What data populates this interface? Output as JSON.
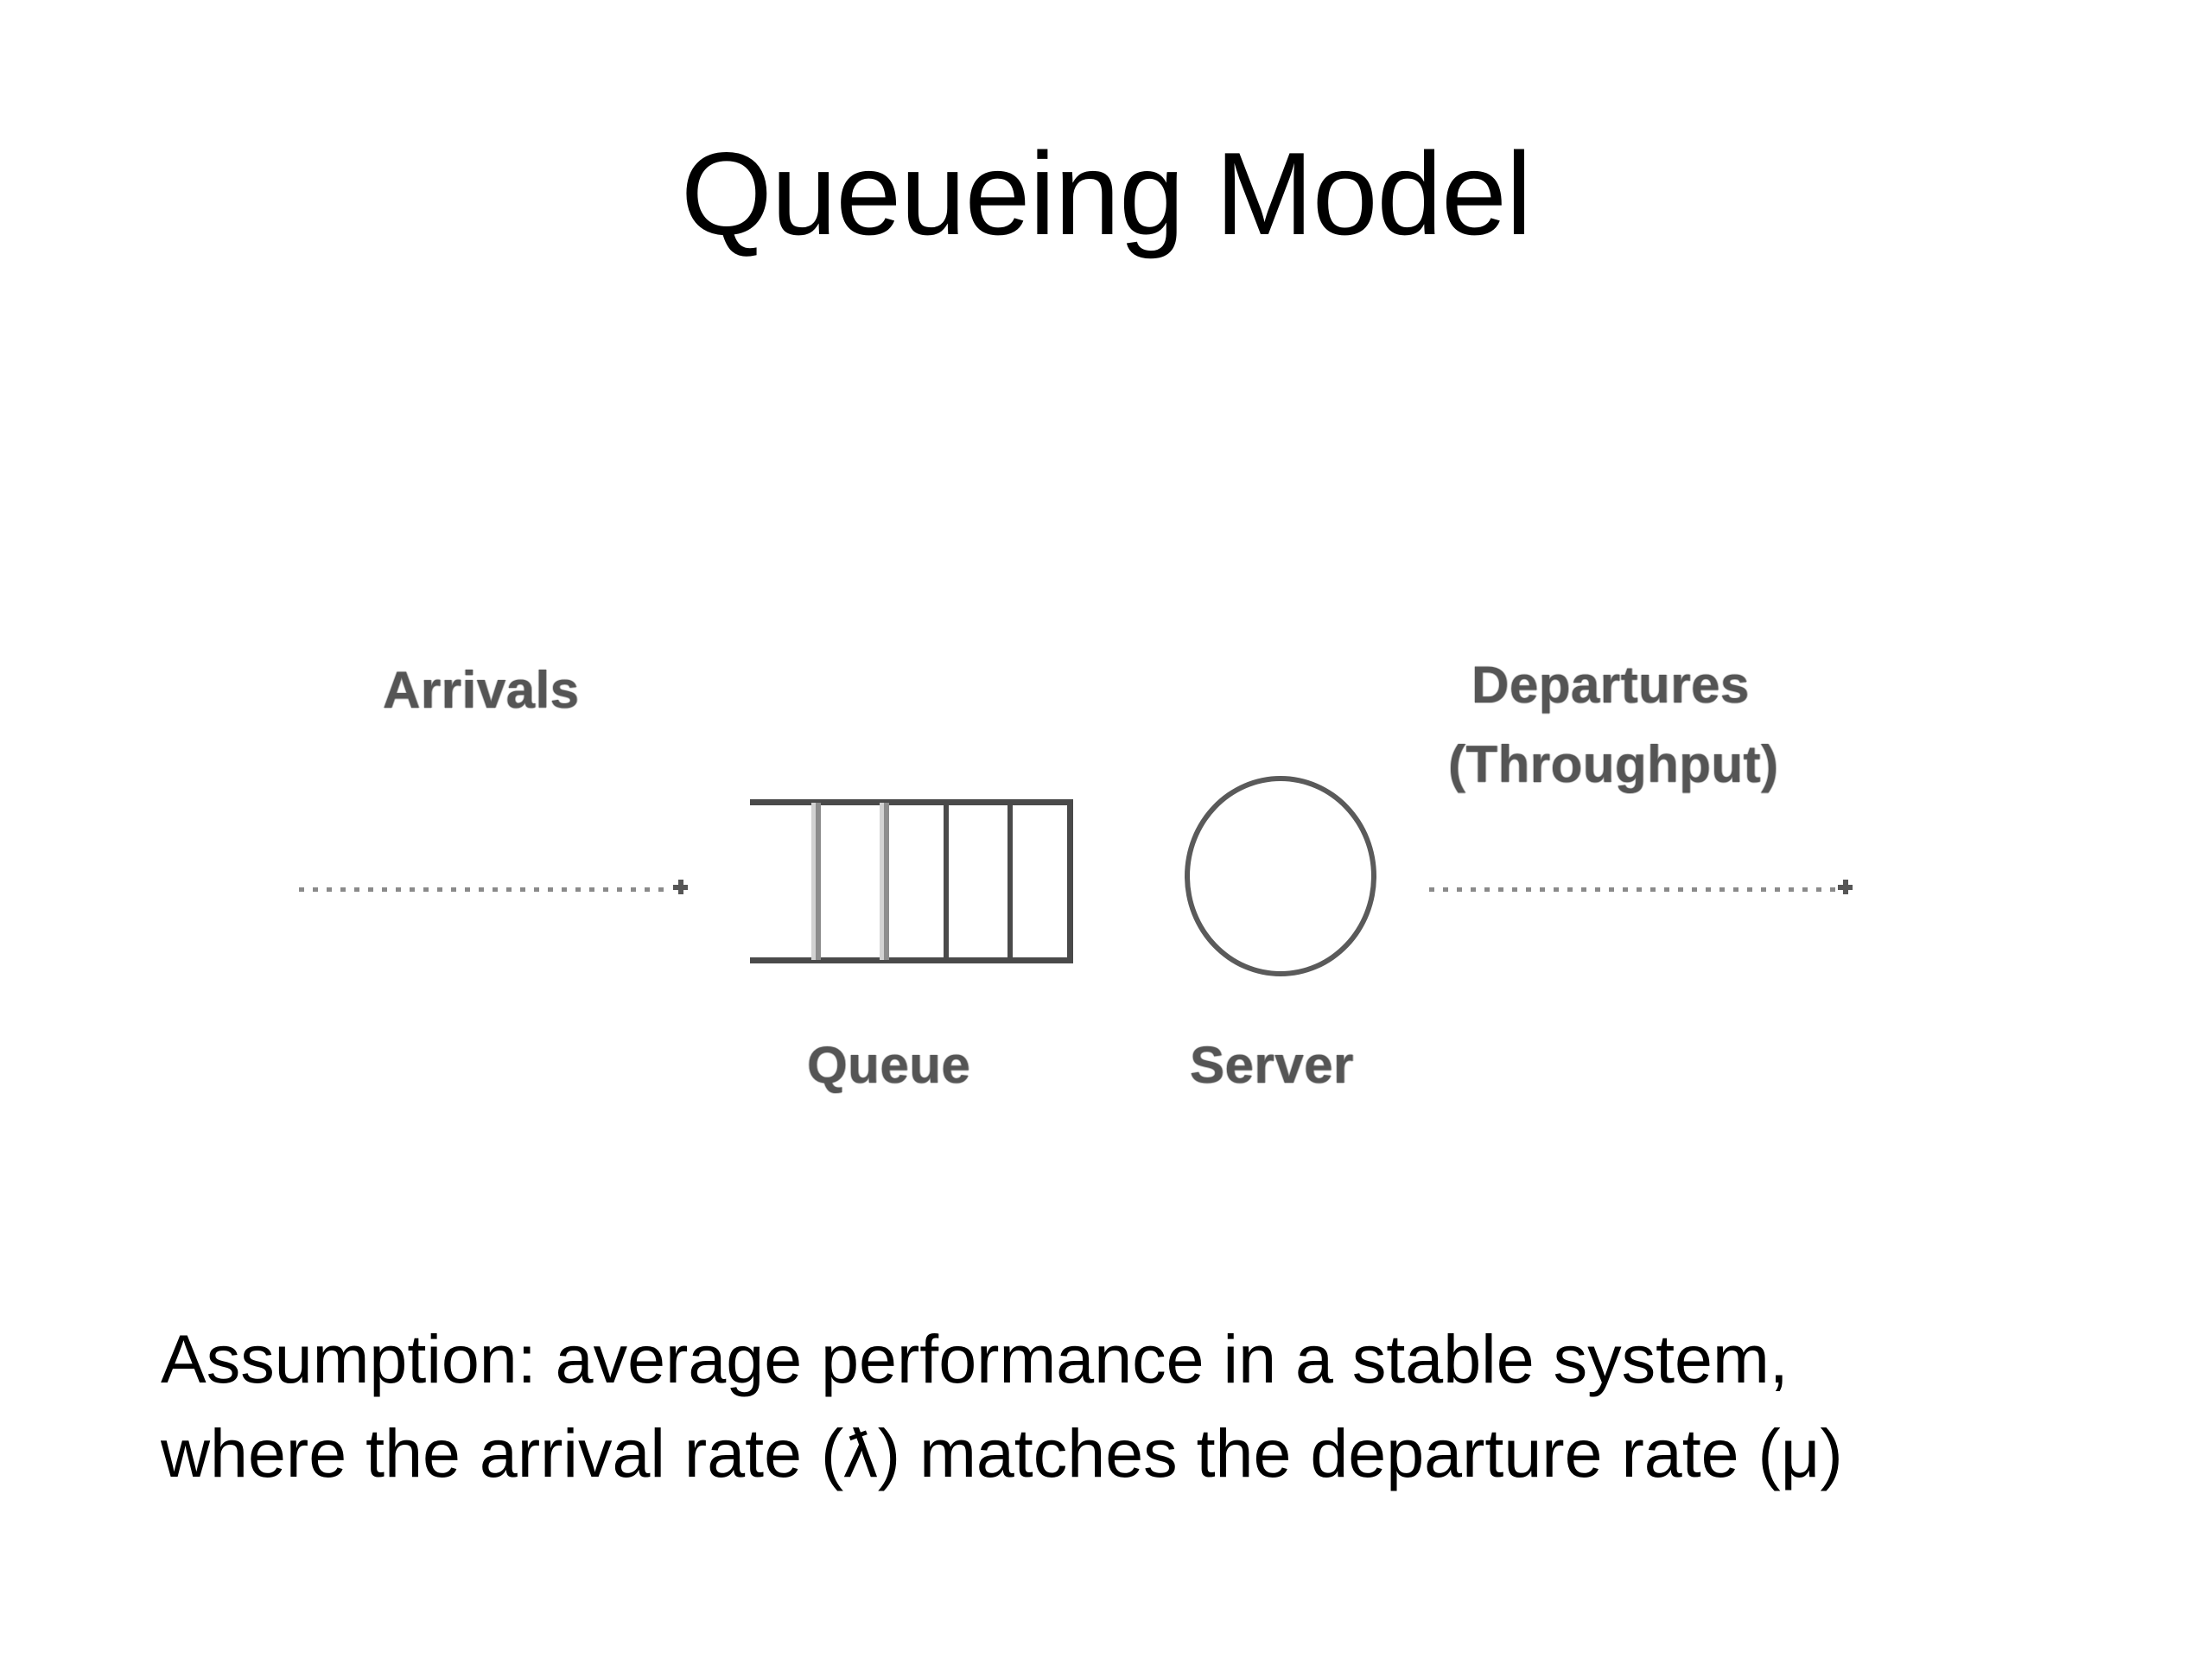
{
  "slide": {
    "title": "Queueing Model",
    "background_color": "#ffffff",
    "text_color": "#000000"
  },
  "diagram": {
    "name": "queueing-model-diagram",
    "stroke_color": "#4a4a4a",
    "label_color": "#555555",
    "arrow_color": "#8a8a8a",
    "labels": {
      "arrivals": "Arrivals",
      "departures": "Departures",
      "throughput": "(Throughput)",
      "queue": "Queue",
      "server": "Server"
    },
    "queue": {
      "slots": 5,
      "divider_count": 4
    },
    "server": {
      "shape": "circle",
      "count": 1
    },
    "arrows": [
      {
        "name": "arrivals-arrow",
        "direction": "right",
        "style": "dotted"
      },
      {
        "name": "departures-arrow",
        "direction": "right",
        "style": "dotted"
      }
    ]
  },
  "body": {
    "assumption_line_1": "Assumption: average performance in a stable system,",
    "assumption_line_2": "where the arrival rate (ƛ) matches the departure rate (μ)"
  }
}
